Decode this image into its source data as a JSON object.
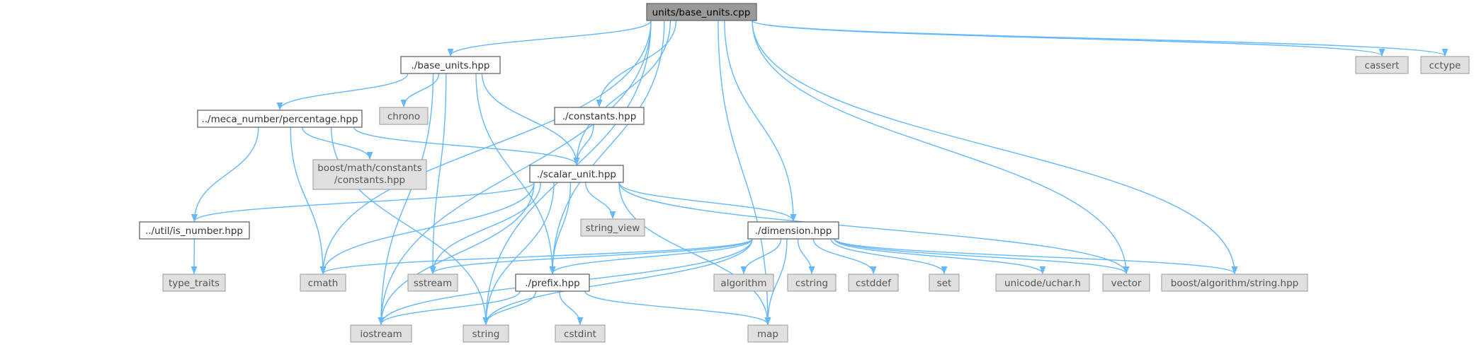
{
  "graph": {
    "root": "units/base_units.cpp",
    "nodes": {
      "root": "units/base_units.cpp",
      "base_units": "./base_units.hpp",
      "cassert": "cassert",
      "cctype": "cctype",
      "percentage": "../meca_number/percentage.hpp",
      "chrono": "chrono",
      "constants": "./constants.hpp",
      "boost_constants": [
        "boost/math/constants",
        "/constants.hpp"
      ],
      "scalar_unit": "./scalar_unit.hpp",
      "is_number": "../util/is_number.hpp",
      "string_view": "string_view",
      "dimension": "./dimension.hpp",
      "type_traits": "type_traits",
      "cmath": "cmath",
      "sstream": "sstream",
      "prefix": "./prefix.hpp",
      "algorithm": "algorithm",
      "cstring": "cstring",
      "cstddef": "cstddef",
      "set": "set",
      "uchar": "unicode/uchar.h",
      "vector": "vector",
      "boost_string": "boost/algorithm/string.hpp",
      "iostream": "iostream",
      "string": "string",
      "cstdint": "cstdint",
      "map": "map"
    },
    "edges": [
      [
        "root",
        "base_units"
      ],
      [
        "root",
        "cassert"
      ],
      [
        "root",
        "cctype"
      ],
      [
        "root",
        "constants"
      ],
      [
        "root",
        "scalar_unit"
      ],
      [
        "root",
        "dimension"
      ],
      [
        "root",
        "prefix"
      ],
      [
        "root",
        "vector"
      ],
      [
        "root",
        "boost_string"
      ],
      [
        "root",
        "map"
      ],
      [
        "root",
        "iostream"
      ],
      [
        "root",
        "string"
      ],
      [
        "root",
        "cmath"
      ],
      [
        "base_units",
        "percentage"
      ],
      [
        "base_units",
        "chrono"
      ],
      [
        "base_units",
        "scalar_unit"
      ],
      [
        "base_units",
        "sstream"
      ],
      [
        "base_units",
        "prefix"
      ],
      [
        "base_units",
        "iostream"
      ],
      [
        "percentage",
        "boost_constants"
      ],
      [
        "percentage",
        "scalar_unit"
      ],
      [
        "percentage",
        "is_number"
      ],
      [
        "percentage",
        "cmath"
      ],
      [
        "percentage",
        "string"
      ],
      [
        "constants",
        "scalar_unit"
      ],
      [
        "scalar_unit",
        "is_number"
      ],
      [
        "scalar_unit",
        "string_view"
      ],
      [
        "scalar_unit",
        "dimension"
      ],
      [
        "scalar_unit",
        "cmath"
      ],
      [
        "scalar_unit",
        "sstream"
      ],
      [
        "scalar_unit",
        "prefix"
      ],
      [
        "scalar_unit",
        "iostream"
      ],
      [
        "scalar_unit",
        "string"
      ],
      [
        "scalar_unit",
        "map"
      ],
      [
        "scalar_unit",
        "vector"
      ],
      [
        "is_number",
        "type_traits"
      ],
      [
        "dimension",
        "cmath"
      ],
      [
        "dimension",
        "sstream"
      ],
      [
        "dimension",
        "prefix"
      ],
      [
        "dimension",
        "algorithm"
      ],
      [
        "dimension",
        "cstring"
      ],
      [
        "dimension",
        "cstddef"
      ],
      [
        "dimension",
        "set"
      ],
      [
        "dimension",
        "uchar"
      ],
      [
        "dimension",
        "vector"
      ],
      [
        "dimension",
        "boost_string"
      ],
      [
        "dimension",
        "iostream"
      ],
      [
        "dimension",
        "string"
      ],
      [
        "dimension",
        "map"
      ],
      [
        "prefix",
        "iostream"
      ],
      [
        "prefix",
        "string"
      ],
      [
        "prefix",
        "cstdint"
      ],
      [
        "prefix",
        "map"
      ]
    ]
  }
}
